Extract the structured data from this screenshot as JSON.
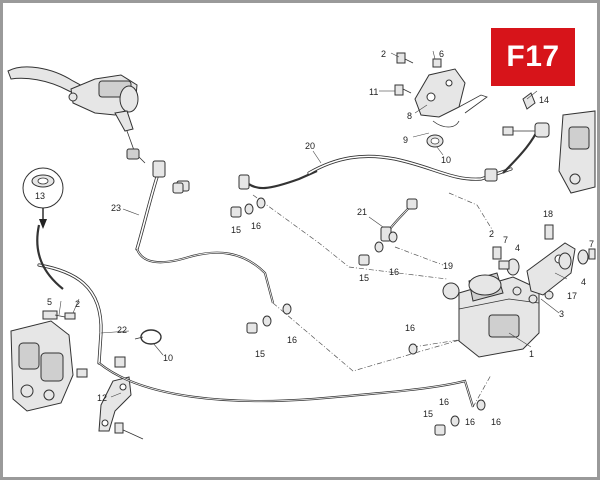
{
  "badge": {
    "label": "F17",
    "color": "#d7141a"
  },
  "callouts": [
    {
      "id": "c1",
      "text": "1"
    },
    {
      "id": "c2a",
      "text": "2"
    },
    {
      "id": "c2b",
      "text": "2"
    },
    {
      "id": "c2c",
      "text": "2"
    },
    {
      "id": "c3",
      "text": "3"
    },
    {
      "id": "c4a",
      "text": "4"
    },
    {
      "id": "c4b",
      "text": "4"
    },
    {
      "id": "c5",
      "text": "5"
    },
    {
      "id": "c6",
      "text": "6"
    },
    {
      "id": "c7a",
      "text": "7"
    },
    {
      "id": "c7b",
      "text": "7"
    },
    {
      "id": "c8",
      "text": "8"
    },
    {
      "id": "c9",
      "text": "9"
    },
    {
      "id": "c10a",
      "text": "10"
    },
    {
      "id": "c10b",
      "text": "10"
    },
    {
      "id": "c11",
      "text": "11"
    },
    {
      "id": "c12",
      "text": "12"
    },
    {
      "id": "c13",
      "text": "13"
    },
    {
      "id": "c14",
      "text": "14"
    },
    {
      "id": "c15a",
      "text": "15"
    },
    {
      "id": "c15b",
      "text": "15"
    },
    {
      "id": "c15c",
      "text": "15"
    },
    {
      "id": "c15d",
      "text": "15"
    },
    {
      "id": "c16a",
      "text": "16"
    },
    {
      "id": "c16b",
      "text": "16"
    },
    {
      "id": "c16c",
      "text": "16"
    },
    {
      "id": "c16d",
      "text": "16"
    },
    {
      "id": "c16e",
      "text": "16"
    },
    {
      "id": "c16f",
      "text": "16"
    },
    {
      "id": "c16g",
      "text": "16"
    },
    {
      "id": "c17",
      "text": "17"
    },
    {
      "id": "c18",
      "text": "18"
    },
    {
      "id": "c19",
      "text": "19"
    },
    {
      "id": "c20",
      "text": "20"
    },
    {
      "id": "c21",
      "text": "21"
    },
    {
      "id": "c22",
      "text": "22"
    },
    {
      "id": "c23",
      "text": "23"
    }
  ]
}
